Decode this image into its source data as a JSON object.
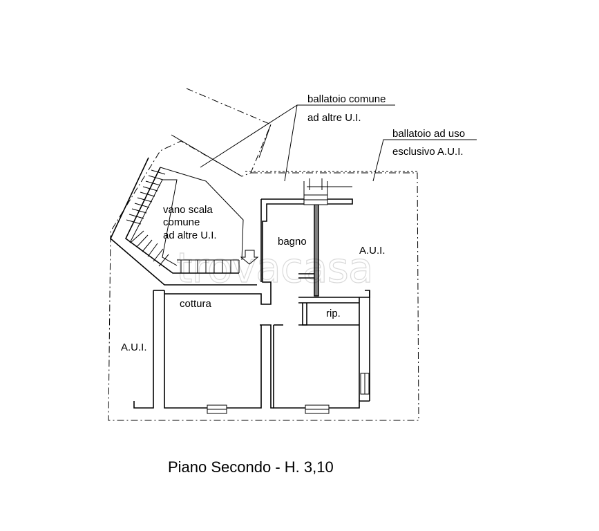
{
  "labels": {
    "ballatoio_comune_1": "ballatoio comune",
    "ballatoio_comune_2": "ad altre U.I.",
    "ballatoio_uso_1": "ballatoio ad uso",
    "ballatoio_uso_2": "esclusivo A.U.I.",
    "vano_scala_1": "vano scala",
    "vano_scala_2": "comune",
    "vano_scala_3": "ad altre U.I.",
    "bagno": "bagno",
    "aui_right": "A.U.I.",
    "aui_left": "A.U.I.",
    "cottura": "cottura",
    "rip": "rip."
  },
  "title": "Piano Secondo - H. 3,10",
  "watermark": "trovacasa"
}
